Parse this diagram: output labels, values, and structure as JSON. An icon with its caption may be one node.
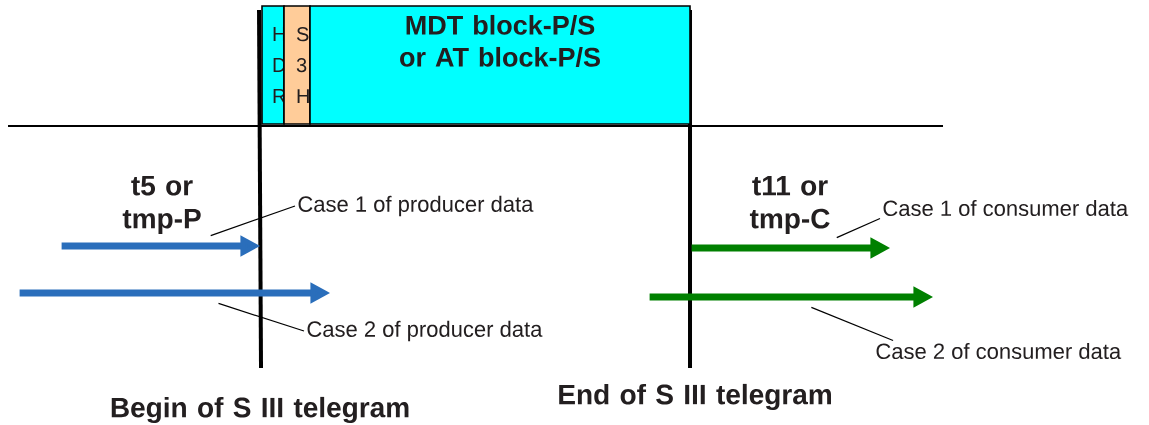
{
  "diagram": {
    "nodes": [
      {
        "text": [
          "H D R"
        ]
      },
      {
        "text": [
          "S 3 H"
        ]
      },
      {
        "text": [
          "MDT block-P/S or AT block-P/S"
        ]
      },
      {
        "text": [
          "Case 1 of producer data"
        ]
      },
      {
        "text": [
          "Case 2 of producer data"
        ]
      },
      {
        "text": [
          "Case 1 of consumer data"
        ]
      },
      {
        "text": [
          "Case 2 of consumer data"
        ]
      },
      {
        "text": [],
        "shape": "arrow"
      },
      {
        "text": [],
        "shape": "arrow"
      },
      {
        "text": [],
        "shape": "arrow"
      },
      {
        "text": [],
        "shape": "arrow"
      }
    ],
    "edges": [
      {
        "from": 3,
        "to": 7,
        "arrow": "none"
      },
      {
        "from": 4,
        "to": 8,
        "arrow": "none"
      },
      {
        "from": 5,
        "to": 9,
        "arrow": "none"
      },
      {
        "from": 6,
        "to": 10,
        "arrow": "none"
      }
    ],
    "labels": [
      "t5 or tmp-P",
      "t11 or tmp-C",
      "Begin of S III telegram",
      "End of S III telegram"
    ]
  }
}
